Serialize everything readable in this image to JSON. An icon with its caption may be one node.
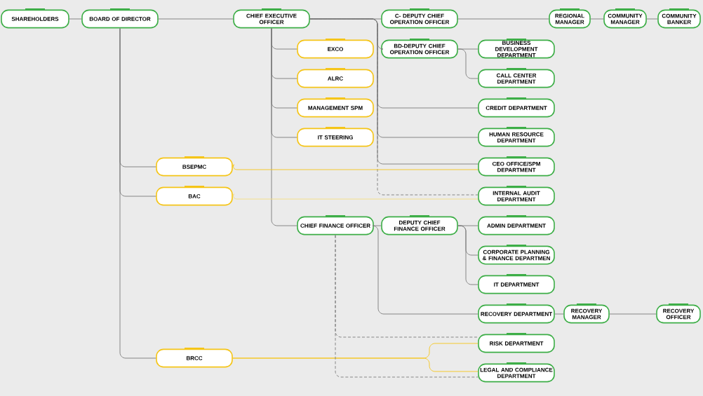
{
  "diagram": {
    "nodes": [
      {
        "text": [
          "SHAREHOLDERS"
        ]
      },
      {
        "text": [
          "BOARD OF DIRECTOR"
        ]
      },
      {
        "text": [
          "CHIEF EXECUTIVE OFFICER"
        ]
      },
      {
        "text": [
          "C- DEPUTY CHIEF OPERATION OFFICER"
        ]
      },
      {
        "text": [
          "REGIONAL MANAGER"
        ]
      },
      {
        "text": [
          "COMMUNITY MANAGER"
        ]
      },
      {
        "text": [
          "COMMUNITY BANKER"
        ]
      },
      {
        "text": [
          "EXCO"
        ]
      },
      {
        "text": [
          "ALRC"
        ]
      },
      {
        "text": [
          "MANAGEMENT SPM"
        ]
      },
      {
        "text": [
          "IT STEERING"
        ]
      },
      {
        "text": [
          "BD-DEPUTY CHIEF OPERATION OFFICER"
        ]
      },
      {
        "text": [
          "BUSINESS DEVELOPMENT DEPARTMENT"
        ]
      },
      {
        "text": [
          "CALL CENTER DEPARTMENT"
        ]
      },
      {
        "text": [
          "CREDIT DEPARTMENT"
        ]
      },
      {
        "text": [
          "HUMAN RESOURCE DEPARTMENT"
        ]
      },
      {
        "text": [
          "BSEPMC"
        ]
      },
      {
        "text": [
          "CEO OFFICE/SPM DEPARTMENT"
        ]
      },
      {
        "text": [
          "BAC"
        ]
      },
      {
        "text": [
          "INTERNAL AUDIT DEPARTMENT"
        ]
      },
      {
        "text": [
          "CHIEF FINANCE OFFICER"
        ]
      },
      {
        "text": [
          "DEPUTY CHIEF FINANCE OFFICER"
        ]
      },
      {
        "text": [
          "ADMIN DEPARTMENT"
        ]
      },
      {
        "text": [
          "CORPORATE PLANNING & FINANCE DEPARTMEN"
        ]
      },
      {
        "text": [
          "IT DEPARTMENT"
        ]
      },
      {
        "text": [
          "RECOVERY DEPARTMENT"
        ]
      },
      {
        "text": [
          "RECOVERY MANAGER"
        ]
      },
      {
        "text": [
          "RECOVERY OFFICER"
        ]
      },
      {
        "text": [
          "RISK DEPARTMENT"
        ]
      },
      {
        "text": [
          "BRCC"
        ]
      },
      {
        "text": [
          "LEGAL AND COMPLIANCE DEPARTMENT"
        ]
      }
    ],
    "edges": [
      {
        "from": 0,
        "to": 1,
        "arrow": "none"
      },
      {
        "from": 1,
        "to": 2,
        "arrow": "none"
      },
      {
        "from": 2,
        "to": 3,
        "arrow": "none"
      },
      {
        "from": 3,
        "to": 4,
        "arrow": "none"
      },
      {
        "from": 4,
        "to": 5,
        "arrow": "none"
      },
      {
        "from": 5,
        "to": 6,
        "arrow": "none"
      },
      {
        "from": 2,
        "to": 7,
        "arrow": "none"
      },
      {
        "from": 2,
        "to": 8,
        "arrow": "none"
      },
      {
        "from": 2,
        "to": 9,
        "arrow": "none"
      },
      {
        "from": 2,
        "to": 10,
        "arrow": "none"
      },
      {
        "from": 2,
        "to": 11,
        "arrow": "none"
      },
      {
        "from": 2,
        "to": 14,
        "arrow": "none"
      },
      {
        "from": 2,
        "to": 15,
        "arrow": "none"
      },
      {
        "from": 2,
        "to": 17,
        "arrow": "none"
      },
      {
        "from": 2,
        "to": 19,
        "arrow": "none",
        "style": "dashed"
      },
      {
        "from": 2,
        "to": 20,
        "arrow": "none"
      },
      {
        "from": 11,
        "to": 12,
        "arrow": "none"
      },
      {
        "from": 11,
        "to": 13,
        "arrow": "none"
      },
      {
        "from": 1,
        "to": 16,
        "arrow": "none"
      },
      {
        "from": 1,
        "to": 18,
        "arrow": "none"
      },
      {
        "from": 1,
        "to": 29,
        "arrow": "none"
      },
      {
        "from": 16,
        "to": 17,
        "arrow": "none",
        "color": "#f5c518"
      },
      {
        "from": 18,
        "to": 19,
        "arrow": "none",
        "color": "#f3dc80"
      },
      {
        "from": 29,
        "to": 28,
        "arrow": "none",
        "color": "#f5c518"
      },
      {
        "from": 29,
        "to": 30,
        "arrow": "none",
        "color": "#f5c518"
      },
      {
        "from": 20,
        "to": 21,
        "arrow": "none"
      },
      {
        "from": 20,
        "to": 25,
        "arrow": "none"
      },
      {
        "from": 21,
        "to": 22,
        "arrow": "none"
      },
      {
        "from": 21,
        "to": 23,
        "arrow": "none"
      },
      {
        "from": 21,
        "to": 24,
        "arrow": "none"
      },
      {
        "from": 25,
        "to": 26,
        "arrow": "none"
      },
      {
        "from": 26,
        "to": 27,
        "arrow": "none"
      },
      {
        "from": 20,
        "to": 28,
        "arrow": "none",
        "style": "dashed"
      },
      {
        "from": 20,
        "to": 30,
        "arrow": "none",
        "style": "dashed"
      }
    ]
  }
}
